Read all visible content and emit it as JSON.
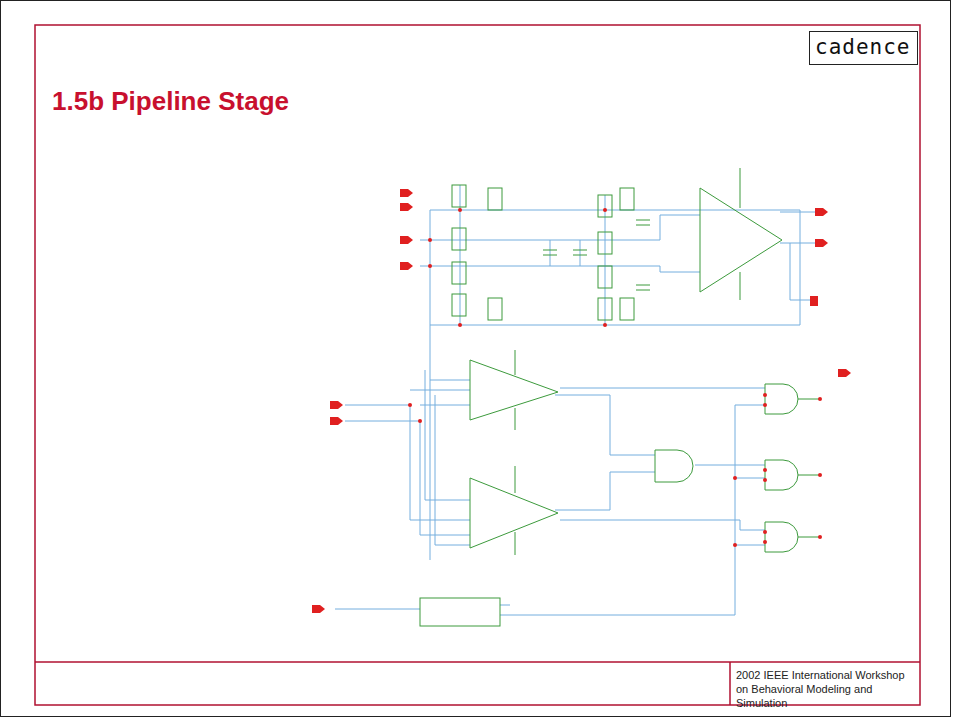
{
  "diagram": {
    "title": "1.5b Pipeline Stage",
    "nodes": [
      {
        "text": [
          "cadence"
        ]
      }
    ],
    "labels": [
      "2002 IEEE International Workshop on Behavioral Modeling and Simulation"
    ]
  }
}
